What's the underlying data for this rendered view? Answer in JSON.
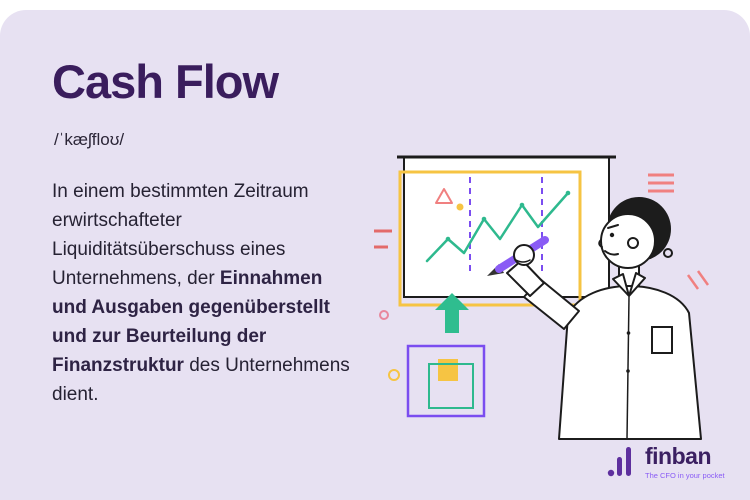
{
  "card": {
    "title": "Cash Flow",
    "phonetic": "/ˈkæʃfloʊ/",
    "definition": {
      "part1": "In einem bestimmten Zeitraum erwirtschafteter Liquiditätsüberschuss eines Unternehmens, der ",
      "bold": "Einnahmen und Ausgaben gegenüberstellt und zur Beurteilung der Finanzstruktur",
      "part2": " des Unternehmens dient."
    }
  },
  "brand": {
    "name": "finban",
    "tagline": "The CFO in your pocket"
  },
  "colors": {
    "card_background": "#e7e1f2",
    "heading": "#3a1d5d",
    "body_text": "#262233",
    "accent_purple": "#7b4df0",
    "accent_green": "#2eb98e",
    "accent_yellow": "#f6c443",
    "accent_pink": "#f08080",
    "brand_purple": "#5e2f9e",
    "outline_black": "#1c1c1c"
  }
}
